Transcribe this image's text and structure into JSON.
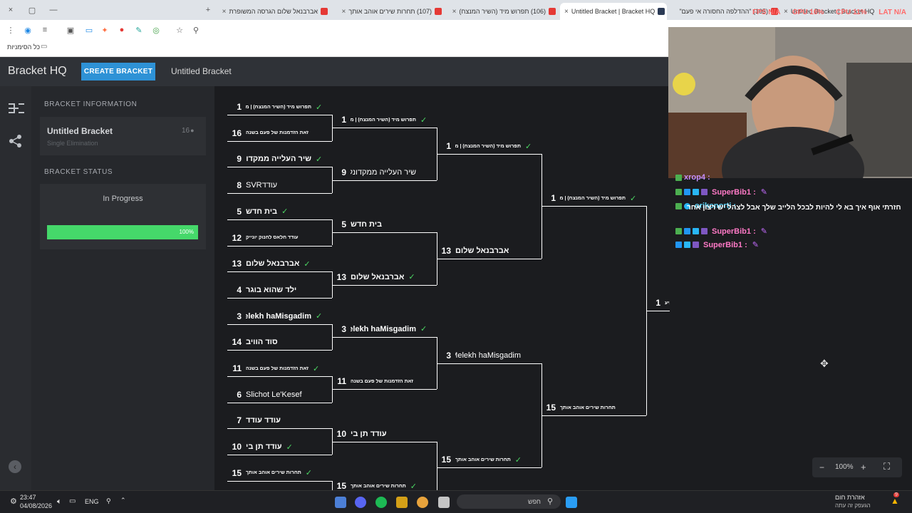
{
  "browser": {
    "tabs": [
      {
        "title": "אברבנאל שלום הגרסה המשופרת",
        "active": false
      },
      {
        "title": "(107) תחרות שירים אוהב אותך",
        "active": false
      },
      {
        "title": "(106) תפרוש מיד (השיר המנצח)",
        "active": false
      },
      {
        "title": "Untitled Bracket | Bracket HQ",
        "active": true
      },
      {
        "title": "(105) \"ההדלפה החסורה אי פעם\"",
        "active": false
      },
      {
        "title": "Untitled Bracket | Bracket HQ",
        "active": false
      }
    ],
    "bookmarks_label": "כל הסימניות",
    "new_tab": "+",
    "close": "×"
  },
  "overlay_stats": {
    "fps": "FPS N/A",
    "gpu": "GPU 16%",
    "cpu": "CPU 11%",
    "lat": "LAT N/A"
  },
  "site": {
    "logo": "Bracket HQ",
    "create_button": "CREATE BRACKET",
    "page_title": "Untitled Bracket"
  },
  "sidebar": {
    "info_heading": "BRACKET INFORMATION",
    "bracket_name": "Untitled Bracket",
    "participants": "16",
    "format": "Single Elimination",
    "status_heading": "BRACKET STATUS",
    "status": "In Progress",
    "progress_label": "100%",
    "progress": 1.0
  },
  "bracket": {
    "round1": [
      {
        "seed": "1",
        "name": "תפרוש מיד (השיר המנצח) | מיטה הגיע",
        "win": true,
        "small": true
      },
      {
        "seed": "16",
        "name": "זאת הזדמנות של פעם בשנה",
        "win": false,
        "small": true
      },
      {
        "seed": "9",
        "name": "שיר העלייה ממקדונלדס",
        "win": true
      },
      {
        "seed": "8",
        "name": "עודדSVR",
        "win": false,
        "regular": true
      },
      {
        "seed": "5",
        "name": "בית חדש",
        "win": true
      },
      {
        "seed": "12",
        "name": "עודד חלאס לחנוק יונייק",
        "win": false,
        "small": true
      },
      {
        "seed": "13",
        "name": "אברבנאל שלום",
        "win": true
      },
      {
        "seed": "4",
        "name": "ילד שהוא בוגר",
        "win": false
      },
      {
        "seed": "3",
        "name": "Melekh haMisgadim",
        "win": true
      },
      {
        "seed": "14",
        "name": "סוד הוויב",
        "win": false
      },
      {
        "seed": "11",
        "name": "זאת הזדמנות של פעם בשנה",
        "win": true,
        "small": true
      },
      {
        "seed": "6",
        "name": "Slichot Le'Kesef",
        "win": false,
        "regular": true
      },
      {
        "seed": "7",
        "name": "עודד עודד",
        "win": false
      },
      {
        "seed": "10",
        "name": "עודד תן בי",
        "win": true
      },
      {
        "seed": "15",
        "name": "תחרות שירים אוהב אותך",
        "win": true,
        "small": true
      }
    ],
    "round2": [
      {
        "seed": "1",
        "name": "תפרוש מיד (השיר המנצח) | מיטה הגיע",
        "win": true,
        "small": true
      },
      {
        "seed": "9",
        "name": "שיר העלייה ממקדונלדס",
        "win": false,
        "regular": true
      },
      {
        "seed": "5",
        "name": "בית חדש",
        "win": false
      },
      {
        "seed": "13",
        "name": "אברבנאל שלום",
        "win": true
      },
      {
        "seed": "3",
        "name": "Melekh haMisgadim",
        "win": true
      },
      {
        "seed": "11",
        "name": "זאת הזדמנות של פעם בשנה",
        "win": false,
        "small": true
      },
      {
        "seed": "10",
        "name": "עודד תן בי",
        "win": false
      },
      {
        "seed": "15",
        "name": "תחרות שירים אוהב אותך",
        "win": true,
        "small": true
      }
    ],
    "round3": [
      {
        "seed": "1",
        "name": "תפרוש מיד (השיר המנצח) | מיטה הגיע",
        "win": true,
        "small": true
      },
      {
        "seed": "13",
        "name": "אברבנאל שלום",
        "win": false
      },
      {
        "seed": "3",
        "name": "Melekh haMisgadim",
        "win": false,
        "regular": true
      },
      {
        "seed": "15",
        "name": "תחרות שירים אוהב אותך",
        "win": true,
        "small": true
      }
    ],
    "round4": [
      {
        "seed": "1",
        "name": "תפרוש מיד (השיר המנצח) | מיטה הגיע",
        "win": true,
        "small": true
      },
      {
        "seed": "15",
        "name": "תחרות שירים אוהב אותך",
        "win": false,
        "small": true
      }
    ],
    "final": {
      "seed": "1",
      "name": "תפרוש מיד (השיר המנצח) | מיטה הגיע"
    }
  },
  "chat": [
    {
      "user": "xrop4 :",
      "msg": "",
      "color": "#c890ff"
    },
    {
      "user": "SuperBib1 :",
      "msg": "",
      "color": "#ff79c6"
    },
    {
      "user": "orikonorti :",
      "msg": "חזרתי אוף איך בא לי להיות לבכל הלייב שלך אבל לצהל יש רצון אחר",
      "color": "#5fd8ff"
    },
    {
      "user": "SuperBib1 :",
      "msg": "",
      "color": "#ff79c6"
    },
    {
      "user": "SuperBib1 :",
      "msg": "",
      "color": "#ff79c6"
    }
  ],
  "zoom": {
    "minus": "−",
    "value": "100%",
    "plus": "+"
  },
  "taskbar": {
    "time": "23:47",
    "date": "04/08/2026",
    "lang": "ENG",
    "search": "חפש",
    "weather_title": "אזהרת חום",
    "weather_sub": "הגעפק זה עתה",
    "notif_count": "9"
  }
}
